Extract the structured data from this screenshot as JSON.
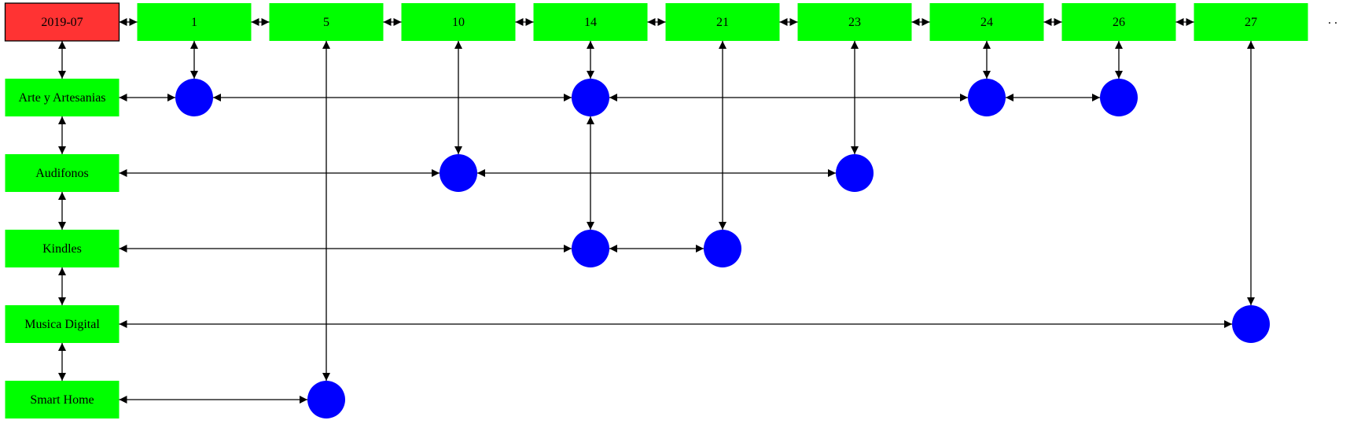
{
  "colors": {
    "month_fill": "#ff3333",
    "box_fill": "#00ff00",
    "dot_fill": "#0000ff",
    "edge": "#000000"
  },
  "month": {
    "label": "2019-07"
  },
  "days": [
    {
      "label": "1"
    },
    {
      "label": "5"
    },
    {
      "label": "10"
    },
    {
      "label": "14"
    },
    {
      "label": "21"
    },
    {
      "label": "23"
    },
    {
      "label": "24"
    },
    {
      "label": "26"
    },
    {
      "label": "27"
    }
  ],
  "trailing_dots": ". .",
  "categories": [
    {
      "label": "Arte y Artesanias"
    },
    {
      "label": "Audifonos"
    },
    {
      "label": "Kindles"
    },
    {
      "label": "Musica Digital"
    },
    {
      "label": "Smart Home"
    }
  ],
  "events": [
    {
      "category": "Arte y Artesanias",
      "day": "1"
    },
    {
      "category": "Arte y Artesanias",
      "day": "14"
    },
    {
      "category": "Arte y Artesanias",
      "day": "24"
    },
    {
      "category": "Arte y Artesanias",
      "day": "26"
    },
    {
      "category": "Audifonos",
      "day": "10"
    },
    {
      "category": "Audifonos",
      "day": "23"
    },
    {
      "category": "Kindles",
      "day": "14"
    },
    {
      "category": "Kindles",
      "day": "21"
    },
    {
      "category": "Musica Digital",
      "day": "27"
    },
    {
      "category": "Smart Home",
      "day": "5"
    }
  ]
}
